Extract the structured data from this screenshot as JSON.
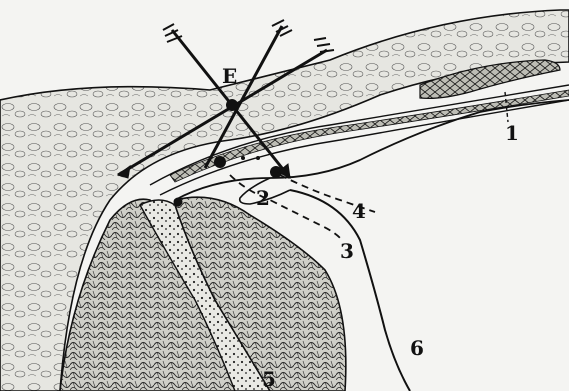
{
  "labels": {
    "entry_point": "E",
    "n1": "1",
    "n2": "2",
    "n3": "3",
    "n4": "4",
    "n5": "5",
    "n6": "6"
  },
  "colors": {
    "ink": "#111111",
    "paper": "#f4f4f2",
    "tissue_fill": "#dcdcd6",
    "mesh_fill": "#bdbdb5"
  }
}
